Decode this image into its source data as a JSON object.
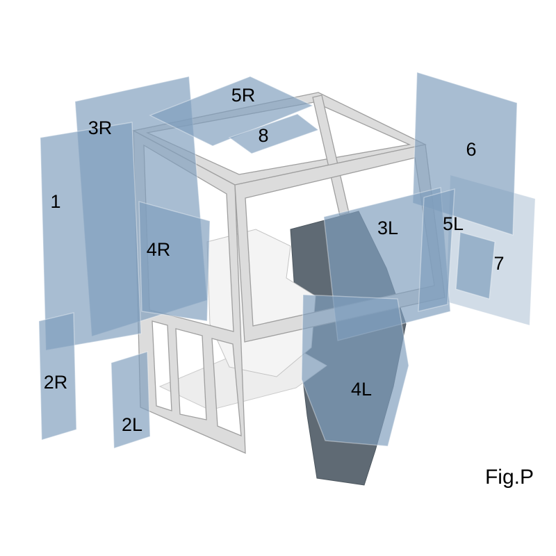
{
  "figure": {
    "caption": "Fig.P",
    "description": "Exploded cab glass parts diagram"
  },
  "labels": [
    {
      "id": "panel-1",
      "text": "1"
    },
    {
      "id": "panel-2R",
      "text": "2R"
    },
    {
      "id": "panel-2L",
      "text": "2L"
    },
    {
      "id": "panel-3R",
      "text": "3R"
    },
    {
      "id": "panel-3L",
      "text": "3L"
    },
    {
      "id": "panel-4R",
      "text": "4R"
    },
    {
      "id": "panel-4L",
      "text": "4L"
    },
    {
      "id": "panel-5R",
      "text": "5R"
    },
    {
      "id": "panel-5L",
      "text": "5L"
    },
    {
      "id": "panel-6",
      "text": "6"
    },
    {
      "id": "panel-7",
      "text": "7"
    },
    {
      "id": "panel-8",
      "text": "8"
    }
  ],
  "colors": {
    "background": "#ffffff",
    "glass": "#7f9dbd",
    "frame_fill": "#dcdcdc",
    "frame_edge": "#9f9f9f",
    "body_dark": "#5f6a74",
    "interior_light": "#f4f4f4",
    "floor_light": "#ededed",
    "label": "#000000"
  }
}
